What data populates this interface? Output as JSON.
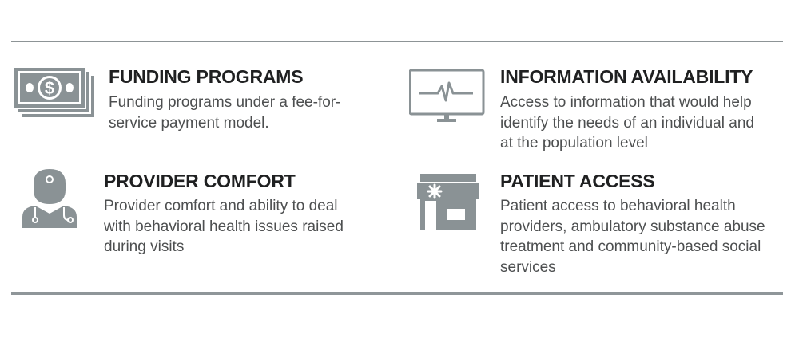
{
  "items": [
    {
      "icon": "money-stack-icon",
      "title": "FUNDING PROGRAMS",
      "lines": [
        "Funding programs under a fee-for-",
        "service payment model."
      ]
    },
    {
      "icon": "monitor-pulse-icon",
      "title": "INFORMATION AVAILABILITY",
      "lines": [
        "Access to information that would help",
        "identify the needs of an individual and",
        "at the population level"
      ]
    },
    {
      "icon": "doctor-icon",
      "title": "PROVIDER COMFORT",
      "lines": [
        "Provider comfort and ability to deal",
        "with behavioral health issues raised",
        "during visits"
      ]
    },
    {
      "icon": "clinic-building-icon",
      "title": "PATIENT ACCESS",
      "lines": [
        "Patient access to behavioral health",
        "providers, ambulatory substance abuse",
        "treatment and community-based social",
        "services"
      ]
    }
  ],
  "colors": {
    "icon": "#8a9295",
    "rule": "#8d9496",
    "title": "#1f2021",
    "text": "#4d4f50"
  }
}
